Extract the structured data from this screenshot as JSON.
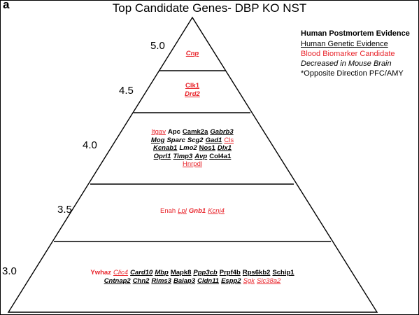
{
  "panel_label": "a",
  "title": "Top Candidate Genes- DBP KO NST",
  "legend": {
    "human_postmortem": "Human Postmortem Evidence",
    "human_genetic": "Human Genetic Evidence",
    "blood_biomarker": "Blood Biomarker Candidate",
    "decreased_mouse_brain": "Decreased in Mouse Brain",
    "opposite_direction": "*Opposite Direction PFC/AMY"
  },
  "colors": {
    "biomarker_red": "#e8242b",
    "text_black": "#000000"
  },
  "tiers": [
    {
      "score": "5.0",
      "lines": [
        [
          {
            "name": "Cnp",
            "red": true,
            "bold": true,
            "underline": true,
            "italic": true
          }
        ]
      ]
    },
    {
      "score": "4.5",
      "lines": [
        [
          {
            "name": "Clk1",
            "red": true,
            "bold": true,
            "underline": true,
            "italic": false
          }
        ],
        [
          {
            "name": "Drd2",
            "red": true,
            "bold": true,
            "underline": true,
            "italic": true
          }
        ]
      ]
    },
    {
      "score": "4.0",
      "lines": [
        [
          {
            "name": "Itgav",
            "red": true,
            "bold": false,
            "underline": true,
            "italic": false
          },
          {
            "name": "Apc",
            "red": false,
            "bold": true,
            "underline": false,
            "italic": false
          },
          {
            "name": "Camk2a",
            "red": false,
            "bold": true,
            "underline": true,
            "italic": false
          },
          {
            "name": "Gabrb3",
            "red": false,
            "bold": true,
            "underline": true,
            "italic": true
          }
        ],
        [
          {
            "name": "Mog",
            "red": false,
            "bold": true,
            "underline": true,
            "italic": true
          },
          {
            "name": "Sparc",
            "red": false,
            "bold": true,
            "underline": false,
            "italic": true
          },
          {
            "name": "Scg2",
            "red": false,
            "bold": true,
            "underline": false,
            "italic": true
          },
          {
            "name": "Gad1",
            "red": false,
            "bold": true,
            "underline": true,
            "italic": true
          },
          {
            "name": "Cls",
            "red": true,
            "bold": false,
            "underline": true,
            "italic": false
          }
        ],
        [
          {
            "name": "Kcnab1",
            "red": false,
            "bold": true,
            "underline": true,
            "italic": true
          },
          {
            "name": "Lmo2",
            "red": false,
            "bold": true,
            "underline": false,
            "italic": true
          },
          {
            "name": "Nos1",
            "red": false,
            "bold": true,
            "underline": true,
            "italic": false
          },
          {
            "name": "Dlx1",
            "red": false,
            "bold": true,
            "underline": true,
            "italic": true
          }
        ],
        [
          {
            "name": "Oprl1",
            "red": false,
            "bold": true,
            "underline": true,
            "italic": true
          },
          {
            "name": "Timp3",
            "red": false,
            "bold": true,
            "underline": true,
            "italic": true
          },
          {
            "name": "Avp",
            "red": false,
            "bold": true,
            "underline": true,
            "italic": true
          },
          {
            "name": "Col4a1",
            "red": false,
            "bold": true,
            "underline": true,
            "italic": false
          }
        ],
        [
          {
            "name": "Hnrpdl",
            "red": true,
            "bold": false,
            "underline": true,
            "italic": false
          }
        ]
      ]
    },
    {
      "score": "3.5",
      "lines": [
        [
          {
            "name": "Enah",
            "red": true,
            "bold": false,
            "underline": false,
            "italic": false
          },
          {
            "name": "Lpl",
            "red": true,
            "bold": false,
            "underline": true,
            "italic": true
          },
          {
            "name": "Gnb1",
            "red": true,
            "bold": true,
            "underline": false,
            "italic": true
          },
          {
            "name": "Kcnj4",
            "red": true,
            "bold": false,
            "underline": true,
            "italic": true
          }
        ]
      ]
    },
    {
      "score": "3.0",
      "lines": [
        [
          {
            "name": "Ywhaz",
            "red": true,
            "bold": true,
            "underline": false,
            "italic": false
          },
          {
            "name": "Clic4",
            "red": true,
            "bold": false,
            "underline": true,
            "italic": true
          },
          {
            "name": "Card10",
            "red": false,
            "bold": true,
            "underline": true,
            "italic": true
          },
          {
            "name": "Mbp",
            "red": false,
            "bold": true,
            "underline": true,
            "italic": true
          },
          {
            "name": "Mapk8",
            "red": false,
            "bold": true,
            "underline": true,
            "italic": false
          },
          {
            "name": "Ppp3cb",
            "red": false,
            "bold": true,
            "underline": true,
            "italic": true
          },
          {
            "name": "Prpf4b",
            "red": false,
            "bold": true,
            "underline": true,
            "italic": false
          },
          {
            "name": "Rps6kb2",
            "red": false,
            "bold": true,
            "underline": true,
            "italic": false
          },
          {
            "name": "Schip1",
            "red": false,
            "bold": true,
            "underline": true,
            "italic": false
          }
        ],
        [
          {
            "name": "Cntnap2",
            "red": false,
            "bold": true,
            "underline": true,
            "italic": true
          },
          {
            "name": "Chn2",
            "red": false,
            "bold": true,
            "underline": true,
            "italic": true
          },
          {
            "name": "Rims3",
            "red": false,
            "bold": true,
            "underline": true,
            "italic": true
          },
          {
            "name": "Baiap3",
            "red": false,
            "bold": true,
            "underline": true,
            "italic": true
          },
          {
            "name": "Cldn11",
            "red": false,
            "bold": true,
            "underline": true,
            "italic": true
          },
          {
            "name": "Espp2",
            "red": false,
            "bold": true,
            "underline": true,
            "italic": true
          },
          {
            "name": "Sgk",
            "red": true,
            "bold": false,
            "underline": true,
            "italic": true
          },
          {
            "name": "Slc38a2",
            "red": true,
            "bold": false,
            "underline": true,
            "italic": true
          }
        ]
      ]
    }
  ]
}
